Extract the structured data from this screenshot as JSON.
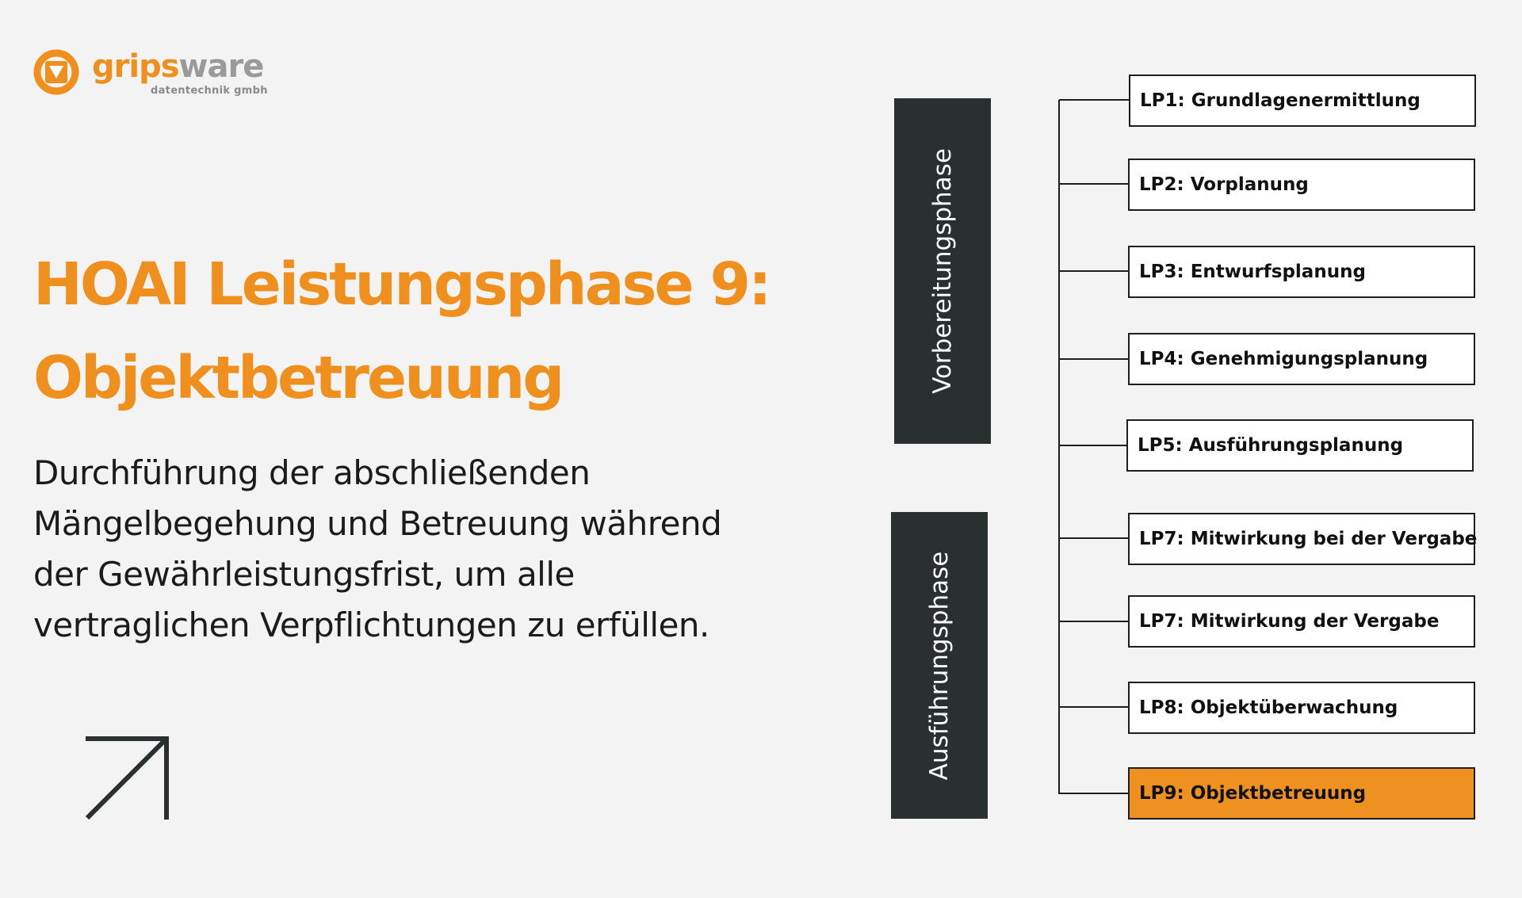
{
  "brand": {
    "name_part1": "grips",
    "name_part2": "ware",
    "tagline": "datentechnik gmbh",
    "colors": {
      "orange": "#ee8f1e",
      "grey": "#9a9a9a"
    },
    "icon": "gripsware-logo-icon"
  },
  "headline": {
    "line1": "HOAI Leistungsphase 9:",
    "line2": "Objektbetreuung"
  },
  "description": {
    "line1": "Durchführung der abschließenden",
    "line2": "Mängelbegehung und Betreuung während",
    "line3": "der Gewährleistungsfrist, um alle",
    "line4": "vertraglichen Verpflichtungen zu erfüllen."
  },
  "arrow_icon": "arrow-up-right-icon",
  "diagram": {
    "phases": [
      {
        "label": "Vorbereitungsphase"
      },
      {
        "label": "Ausführungsphase"
      }
    ],
    "items": [
      {
        "label": "LP1: Grundlagenermittlung",
        "active": false
      },
      {
        "label": "LP2: Vorplanung",
        "active": false
      },
      {
        "label": "LP3: Entwurfsplanung",
        "active": false
      },
      {
        "label": "LP4: Genehmigungsplanung",
        "active": false
      },
      {
        "label": "LP5: Ausführungsplanung",
        "active": false
      },
      {
        "label": "LP7: Mitwirkung bei der Vergabe",
        "active": false
      },
      {
        "label": "LP7: Mitwirkung der Vergabe",
        "active": false
      },
      {
        "label": "LP8: Objektüberwachung",
        "active": false
      },
      {
        "label": "LP9: Objektbetreuung",
        "active": true
      }
    ],
    "colors": {
      "bar": "#2a2f2f",
      "active": "#ee9120",
      "line": "#1e1e1e"
    }
  }
}
